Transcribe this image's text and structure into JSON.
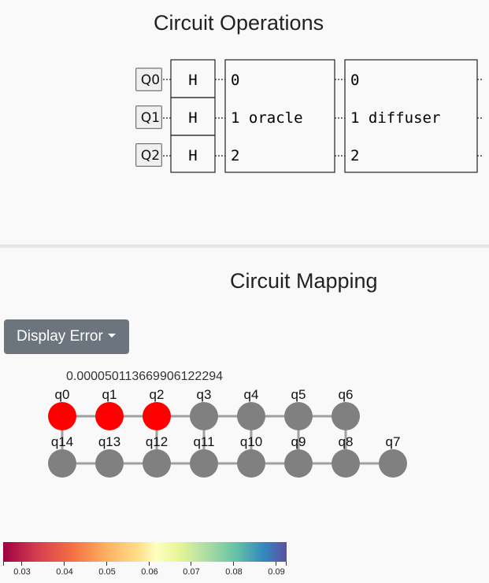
{
  "operations": {
    "title": "Circuit Operations",
    "qubit_buttons": [
      "Q0",
      "Q1",
      "Q2"
    ],
    "h_gates": [
      "H",
      "H",
      "H"
    ],
    "oracle": {
      "rows": [
        "0",
        "1 oracle",
        "2"
      ]
    },
    "diffuser": {
      "rows": [
        "0",
        "1 diffuser",
        "2"
      ]
    }
  },
  "mapping": {
    "title": "Circuit Mapping",
    "dropdown_label": "Display Error",
    "error_value": "0.000050113669906122294",
    "top_qubits": [
      "q0",
      "q1",
      "q2",
      "q3",
      "q4",
      "q5",
      "q6"
    ],
    "bottom_qubits": [
      "q14",
      "q13",
      "q12",
      "q11",
      "q10",
      "q9",
      "q8",
      "q7"
    ],
    "active_color": "#ff0000",
    "inactive_color": "#808080",
    "active_qubits": [
      "q0",
      "q1",
      "q2"
    ]
  },
  "colorbar": {
    "ticks": [
      "0.03",
      "0.04",
      "0.05",
      "0.06",
      "0.07",
      "0.08",
      "0.09"
    ],
    "colormap": "spectral"
  }
}
